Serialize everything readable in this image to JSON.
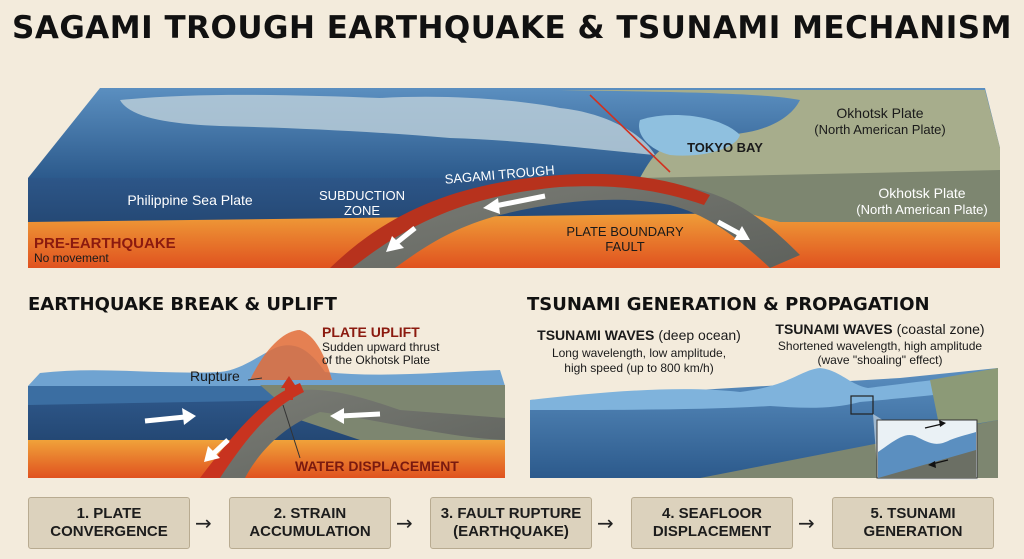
{
  "title": "SAGAMI TROUGH EARTHQUAKE & TSUNAMI MECHANISM",
  "top_diagram": {
    "okhotsk_plate_top": "Okhotsk Plate",
    "okhotsk_plate_top_sub": "(North American Plate)",
    "tokyo_bay": "TOKYO BAY",
    "sagami_trough": "SAGAMI TROUGH",
    "philippine_sea_plate": "Philippine Sea Plate",
    "subduction_zone_1": "SUBDUCTION",
    "subduction_zone_2": "ZONE",
    "okhotsk_plate_side": "Okhotsk Plate",
    "okhotsk_plate_side_sub": "(North American Plate)",
    "plate_boundary_1": "PLATE BOUNDARY",
    "plate_boundary_2": "FAULT",
    "pre_earthquake": "PRE-EARTHQUAKE",
    "no_movement": "No movement"
  },
  "left_panel": {
    "heading": "EARTHQUAKE BREAK & UPLIFT",
    "plate_uplift": "PLATE UPLIFT",
    "uplift_desc_1": "Sudden upward thrust",
    "uplift_desc_2": "of the Okhotsk Plate",
    "rupture": "Rupture",
    "water_displacement": "WATER DISPLACEMENT"
  },
  "right_panel": {
    "heading": "TSUNAMI GENERATION & PROPAGATION",
    "deep_title_bold": "TSUNAMI WAVES",
    "deep_title_paren": "(deep ocean)",
    "deep_desc_1": "Long wavelength, low amplitude,",
    "deep_desc_2": "high speed (up to 800 km/h)",
    "coast_title_bold": "TSUNAMI WAVES",
    "coast_title_paren": "(coastal zone)",
    "coast_desc_1": "Shortened wavelength, high amplitude",
    "coast_desc_2": "(wave \"shoaling\" effect)"
  },
  "steps": [
    {
      "line1": "1. PLATE",
      "line2": "CONVERGENCE"
    },
    {
      "line1": "2. STRAIN",
      "line2": "ACCUMULATION"
    },
    {
      "line1": "3. FAULT RUPTURE",
      "line2": "(EARTHQUAKE)"
    },
    {
      "line1": "4. SEAFLOOR",
      "line2": "DISPLACEMENT"
    },
    {
      "line1": "5. TSUNAMI",
      "line2": "GENERATION"
    }
  ],
  "colors": {
    "background": "#f3ebdc",
    "ocean": "#3f74a8",
    "deep_plate": "#22466f",
    "mantle": "#e8722a",
    "okhotsk_land": "#a7ad8c",
    "fault_red": "#c8331f"
  }
}
